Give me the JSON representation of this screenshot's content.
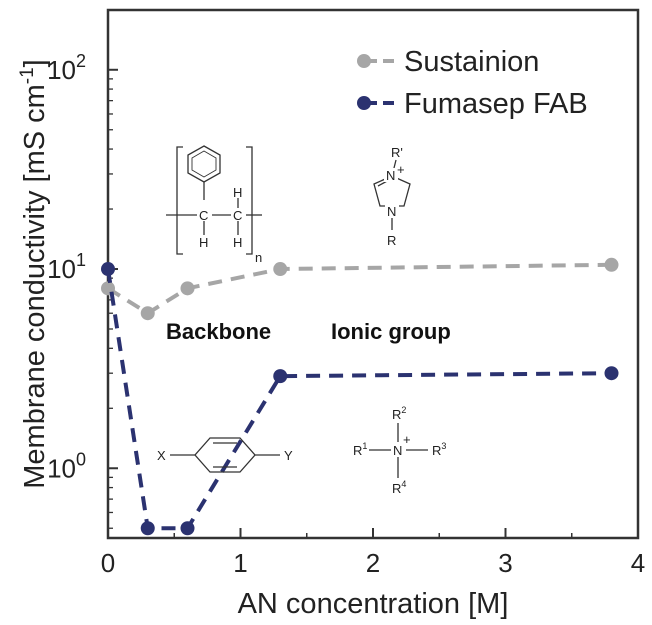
{
  "chart_data": {
    "type": "line",
    "xlabel": "AN concentration [M]",
    "ylabel": "Membrane conductivity [mS cm",
    "ylabel_sup": "-1",
    "ylabel_close": "]",
    "xlim": [
      0,
      4
    ],
    "ylim": [
      0.45,
      200
    ],
    "yscale": "log",
    "grid": false,
    "legend_position": "top-right",
    "x_ticks": [
      "0",
      "1",
      "2",
      "3",
      "4"
    ],
    "y_tick_base": "10",
    "y_tick_exps": [
      "0",
      "1",
      "2"
    ],
    "series": [
      {
        "name": "Sustainion",
        "color": "#a6a6a6",
        "x": [
          0,
          0.3,
          0.6,
          1.3,
          3.8
        ],
        "y": [
          8.0,
          6.0,
          8.0,
          10.0,
          10.5
        ]
      },
      {
        "name": "Fumasep FAB",
        "color": "#2b3270",
        "x": [
          0,
          0.3,
          0.6,
          1.3,
          3.8
        ],
        "y": [
          10.0,
          0.5,
          0.5,
          2.9,
          3.0
        ]
      }
    ],
    "annotations": [
      "Backbone",
      "Ionic group"
    ],
    "structure_labels": {
      "n": "n",
      "c1": "C",
      "c2": "C",
      "h1": "H",
      "h2": "H",
      "h3": "H",
      "h4": "H",
      "rprime": "R'",
      "n_plus": "N",
      "plus": "+",
      "n_ring": "N",
      "r": "R",
      "x": "X",
      "y": "Y",
      "r1": "R",
      "r1_sub": "1",
      "r2": "R",
      "r2_sub": "2",
      "r3": "R",
      "r3_sub": "3",
      "r4": "R",
      "r4_sub": "4",
      "n_quat": "N",
      "plus2": "+"
    }
  }
}
